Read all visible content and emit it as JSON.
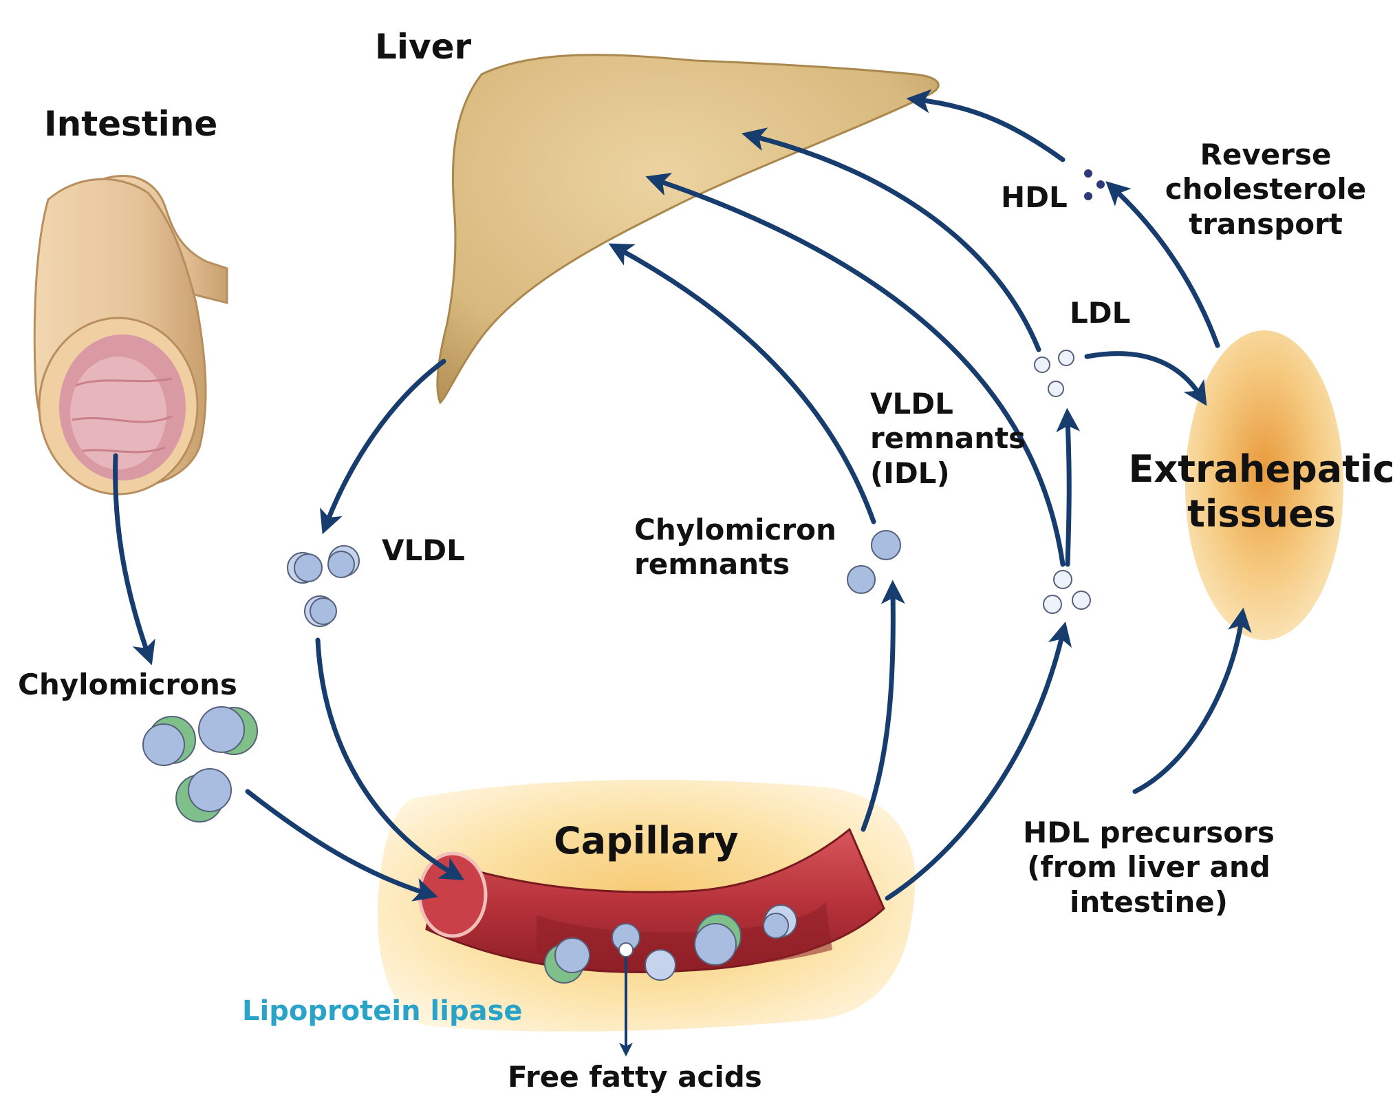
{
  "colors": {
    "arrow": "#173c6e",
    "liver": "#d8b97e",
    "intestine": "#e6c49a",
    "intestine_lumen": "#d99aa3",
    "capillary": "#b8333b",
    "tissue_glow": "#f2b35a",
    "particle_blue": "#a9bde0",
    "particle_green": "#7fc08a",
    "lipase_text": "#2aa3c9"
  },
  "labels": {
    "liver": "Liver",
    "intestine": "Intestine",
    "chylomicrons": "Chylomicrons",
    "vldl": "VLDL",
    "chylomicron_remnants": [
      "Chylomicron",
      "remnants"
    ],
    "vldl_remnants": [
      "VLDL",
      "remnants",
      "(IDL)"
    ],
    "ldl": "LDL",
    "hdl": "HDL",
    "reverse_transport": [
      "Reverse",
      "cholesterole",
      "transport"
    ],
    "extrahepatic": [
      "Extrahepatic",
      "tissues"
    ],
    "hdl_precursors": [
      "HDL precursors",
      "(from liver and",
      "intestine)"
    ],
    "capillary": "Capillary",
    "lipoprotein_lipase": "Lipoprotein lipase",
    "free_fatty_acids": "Free fatty acids"
  }
}
